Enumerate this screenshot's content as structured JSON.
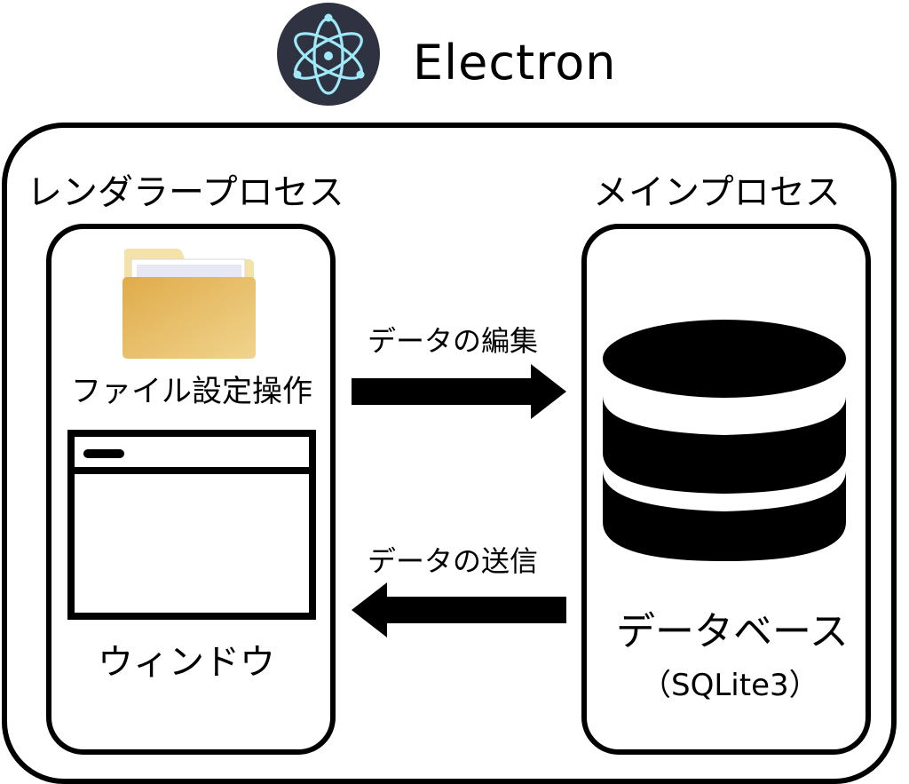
{
  "header": {
    "title": "Electron",
    "logo": "electron-logo-icon"
  },
  "renderer": {
    "label": "レンダラープロセス",
    "file_label": "ファイル設定操作",
    "window_label": "ウィンドウ"
  },
  "main": {
    "label": "メインプロセス",
    "db_label": "データベース",
    "db_sub": "（SQLite3）"
  },
  "edges": {
    "edit_label": "データの編集",
    "send_label": "データの送信"
  },
  "colors": {
    "logo_bg": "#2f3241",
    "logo_ring": "#9feaf9",
    "folder_front": "#e2b457",
    "folder_back": "#f3dc9a"
  }
}
